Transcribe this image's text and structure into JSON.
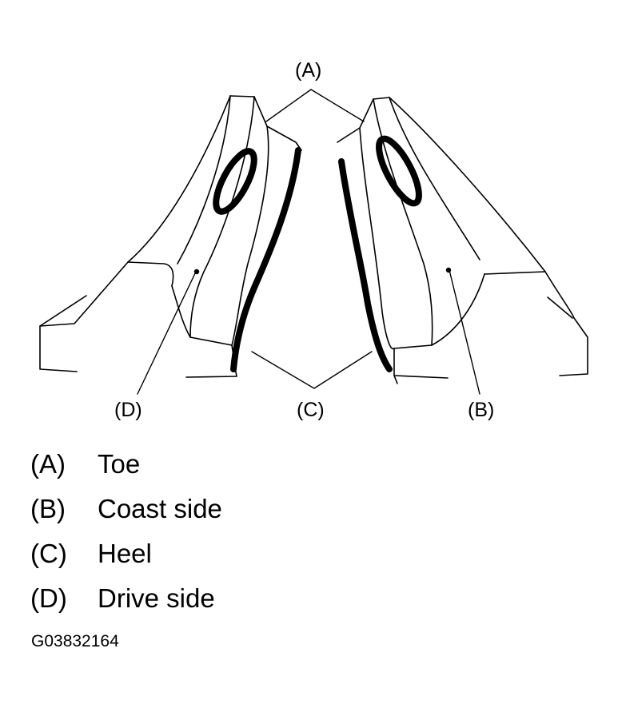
{
  "callouts": {
    "a": "(A)",
    "b": "(B)",
    "c": "(C)",
    "d": "(D)"
  },
  "legend": [
    {
      "key": "(A)",
      "text": "Toe"
    },
    {
      "key": "(B)",
      "text": "Coast side"
    },
    {
      "key": "(C)",
      "text": "Heel"
    },
    {
      "key": "(D)",
      "text": "Drive side"
    }
  ],
  "figure_id": "G03832164",
  "colors": {
    "line": "#000000",
    "background": "#ffffff"
  }
}
